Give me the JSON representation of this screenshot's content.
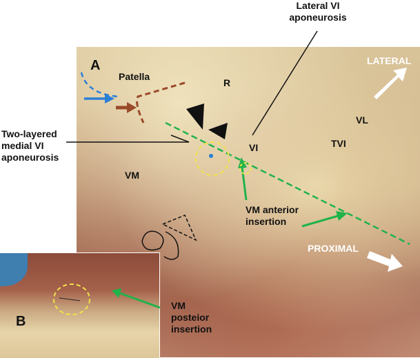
{
  "panel_a": {
    "letter": "A",
    "labels": {
      "patella": "Patella",
      "r": "R",
      "vl": "VL",
      "tvi": "TVI",
      "vi": "VI",
      "vm": "VM",
      "lateral_vi_aponeurosis": "Lateral VI aponeurosis",
      "two_layered_medial": "Two-layered medial VI aponeurosis",
      "vm_anterior_insertion": "VM anterior insertion",
      "lateral_arrow": "LATERAL",
      "proximal_arrow": "PROXIMAL"
    }
  },
  "panel_b": {
    "letter": "B",
    "labels": {
      "vm_posterior_insertion": "VM posteior insertion"
    }
  },
  "colors": {
    "green_line": "#1fb34a",
    "yellow_circle": "#f2e24a",
    "blue_dashed": "#2a7fd6",
    "brown_dashed": "#9a4a2a"
  }
}
